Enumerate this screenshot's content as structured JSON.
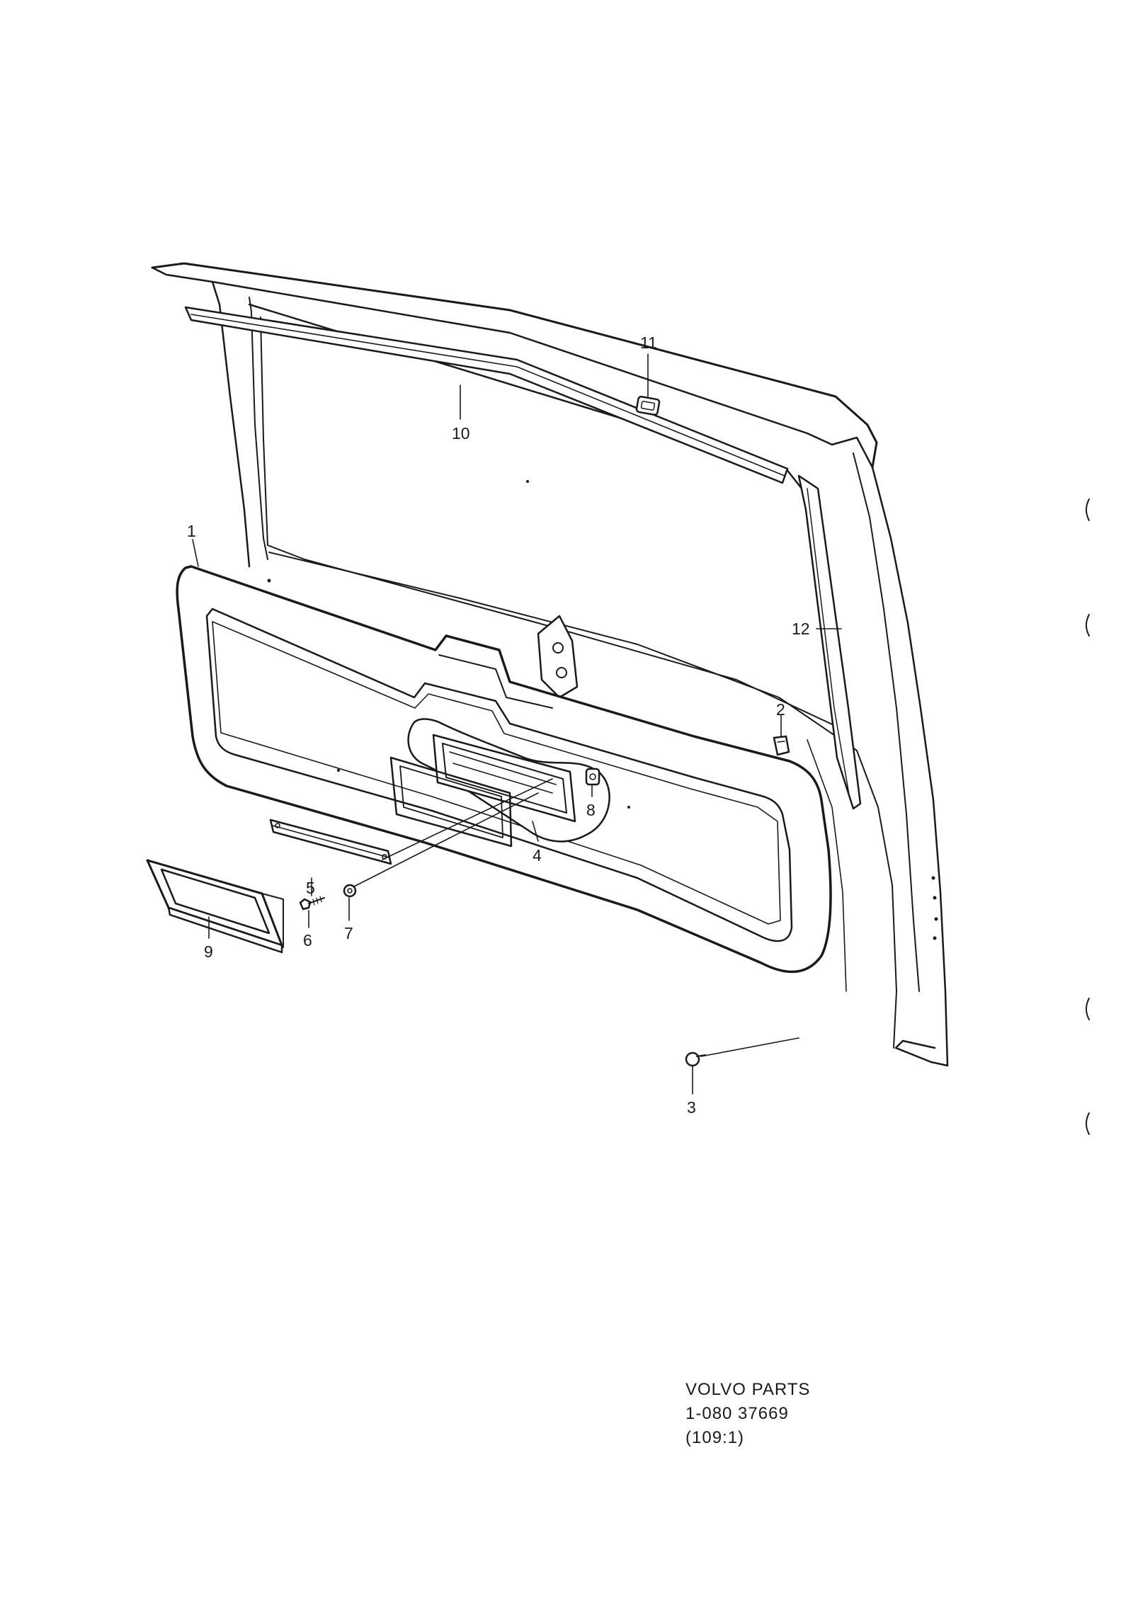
{
  "diagram": {
    "callouts": [
      {
        "id": "1",
        "label": "1"
      },
      {
        "id": "2",
        "label": "2"
      },
      {
        "id": "3",
        "label": "3"
      },
      {
        "id": "4",
        "label": "4"
      },
      {
        "id": "5",
        "label": "5"
      },
      {
        "id": "6",
        "label": "6"
      },
      {
        "id": "7",
        "label": "7"
      },
      {
        "id": "8",
        "label": "8"
      },
      {
        "id": "9",
        "label": "9"
      },
      {
        "id": "10",
        "label": "10"
      },
      {
        "id": "11",
        "label": "11"
      },
      {
        "id": "12",
        "label": "12"
      }
    ]
  },
  "footer": {
    "line1": "VOLVO PARTS",
    "line2": "1-080 37669",
    "line3": "(109:1)"
  }
}
